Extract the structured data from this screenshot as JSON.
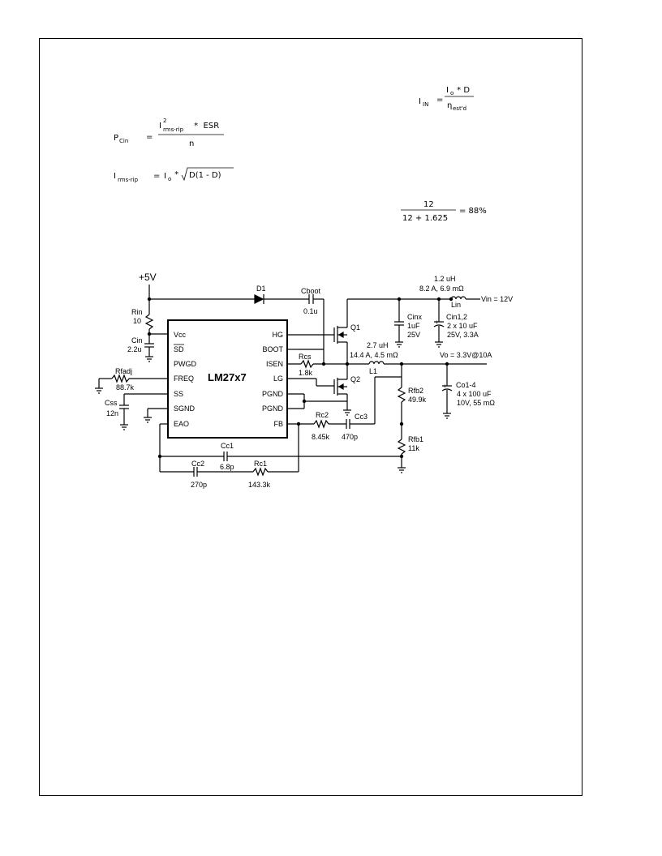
{
  "equations": {
    "iin": {
      "lhs": "I",
      "lhs_sub": "IN",
      "eq": "=",
      "num": "I",
      "num_sub": "o",
      "num_rest": " * D",
      "den": "η",
      "den_sub": "est'd"
    },
    "pcin": {
      "lhs": "P",
      "lhs_sub": "Cin",
      "eq": "=",
      "num": "I",
      "num_sup": "2",
      "num_sub": "rms-rip",
      "num_rest": " *  ESR",
      "den": "n"
    },
    "irms": {
      "lhs": "I",
      "lhs_sub": "rms-rip",
      "eq": "=",
      "rhs_a": "I",
      "rhs_a_sub": "o",
      "rhs_b": " * ",
      "rad": "D(1 - D)"
    },
    "eff": {
      "num": "12",
      "den": "12 + 1.625",
      "rhs": "= 88%"
    }
  },
  "schematic": {
    "chip_name": "LM27x7",
    "pins_left": [
      "Vcc",
      "SD",
      "PWGD",
      "FREQ",
      "SS",
      "SGND",
      "EAO"
    ],
    "pins_right": [
      "HG",
      "BOOT",
      "ISEN",
      "LG",
      "PGND",
      "PGND",
      "FB"
    ],
    "labels": {
      "supply": "+5V",
      "d1": "D1",
      "cboot": "Cboot",
      "cboot_val": "0.1u",
      "rin": "Rin",
      "rin_val": "10",
      "cin": "Cin",
      "cin_val": "2.2u",
      "rfadj": "Rfadj",
      "rfadj_val": "88.7k",
      "css": "Css",
      "css_val": "12n",
      "rcs": "Rcs",
      "rcs_val": "1.8k",
      "q1": "Q1",
      "q2": "Q2",
      "lin_val1": "1.2 uH",
      "lin_val2": "8.2 A, 6.9 mΩ",
      "lin": "Lin",
      "vin": "Vin = 12V",
      "cinx": "Cinx",
      "cinx_val1": "1uF",
      "cinx_val2": "25V",
      "cin12": "Cin1,2",
      "cin12_val1": "2 x 10 uF",
      "cin12_val2": "25V, 3.3A",
      "l1_val1": "2.7 uH",
      "l1_val2": "14.4 A, 4.5 mΩ",
      "l1": "L1",
      "vo": "Vo = 3.3V@10A",
      "co": "Co1-4",
      "co_val1": "4 x 100 uF",
      "co_val2": "10V, 55 mΩ",
      "rfb2": "Rfb2",
      "rfb2_val": "49.9k",
      "rfb1": "Rfb1",
      "rfb1_val": "11k",
      "rc2": "Rc2",
      "rc2_val": "8.45k",
      "cc3": "Cc3",
      "cc3_val": "470p",
      "cc1": "Cc1",
      "cc1_val": "6.8p",
      "cc2": "Cc2",
      "cc2_val": "270p",
      "rc1": "Rc1",
      "rc1_val": "143.3k",
      "plus": "+"
    }
  }
}
